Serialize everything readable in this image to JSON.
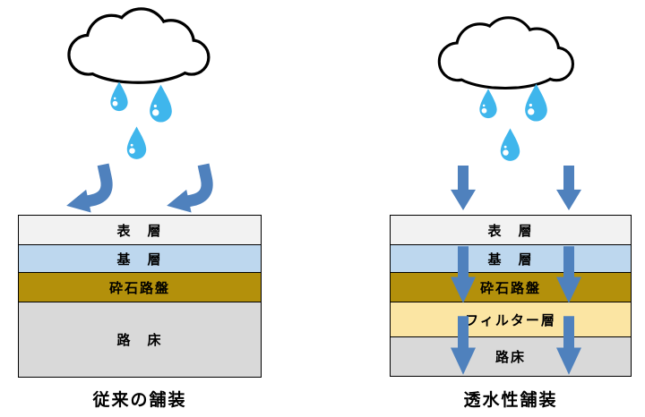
{
  "left_panel": {
    "caption": "従来の舗装",
    "layers": [
      {
        "name": "surface-course",
        "label": "表　層",
        "color": "#f2f2f2",
        "height": 34
      },
      {
        "name": "base-course",
        "label": "基　層",
        "color": "#bdd7ee",
        "height": 32
      },
      {
        "name": "crushed-stone-roadbed",
        "label": "砕石路盤",
        "color": "#b3900b",
        "height": 34
      },
      {
        "name": "subgrade",
        "label": "路　床",
        "color": "#d9d9d9",
        "height": 85
      }
    ]
  },
  "right_panel": {
    "caption": "透水性舗装",
    "layers": [
      {
        "name": "surface-course",
        "label": "表　層",
        "color": "#f2f2f2",
        "height": 34
      },
      {
        "name": "base-course",
        "label": "基　層",
        "color": "#bdd7ee",
        "height": 32
      },
      {
        "name": "crushed-stone-roadbed",
        "label": "砕石路盤",
        "color": "#b3900b",
        "height": 34
      },
      {
        "name": "filter-layer",
        "label": "フィルター層",
        "color": "#fbe5a3",
        "height": 40
      },
      {
        "name": "subgrade",
        "label": "路床",
        "color": "#d9d9d9",
        "height": 45
      }
    ]
  },
  "colors": {
    "arrow_blue": "#4f81bd",
    "raindrop_blue": "#3fb6ec",
    "cloud_fill": "#ffffff",
    "cloud_outline": "#000000",
    "layer_border": "#000000",
    "label_text": "#000000",
    "background": "#ffffff"
  },
  "icons": {
    "cloud": "cloud-icon",
    "raindrop": "raindrop-icon",
    "runoff_arrow": "runoff-arrow-icon",
    "infiltration_arrow": "down-arrow-icon"
  }
}
